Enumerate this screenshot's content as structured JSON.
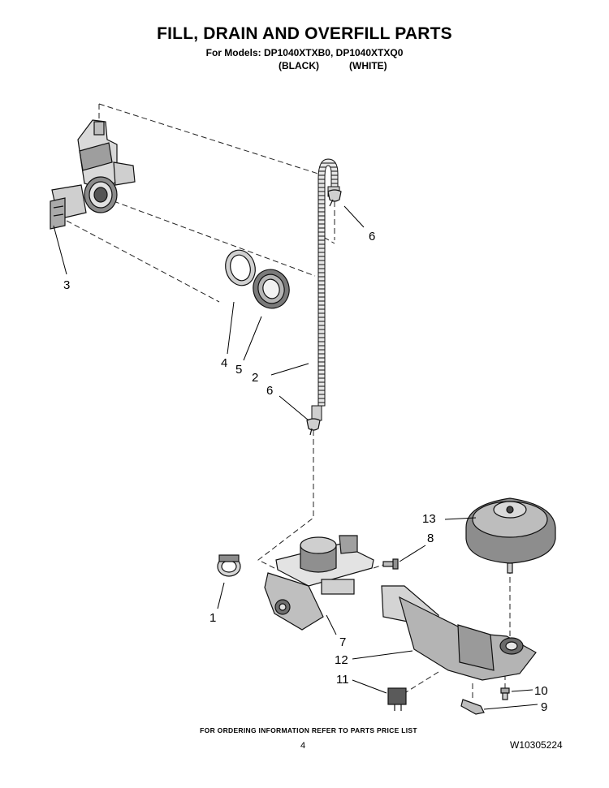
{
  "header": {
    "title": "FILL, DRAIN AND OVERFILL PARTS",
    "subtitle": "For Models: DP1040XTXB0, DP1040XTXQ0",
    "variant_black": "(BLACK)",
    "variant_white": "(WHITE)"
  },
  "callouts": {
    "c1": "1",
    "c2": "2",
    "c3": "3",
    "c4": "4",
    "c5": "5",
    "c6a": "6",
    "c6b": "6",
    "c7": "7",
    "c8": "8",
    "c9": "9",
    "c10": "10",
    "c11": "11",
    "c12": "12",
    "c13": "13"
  },
  "footer": {
    "note": "FOR ORDERING INFORMATION REFER TO PARTS PRICE LIST",
    "page_number": "4",
    "document_number": "W10305224"
  }
}
